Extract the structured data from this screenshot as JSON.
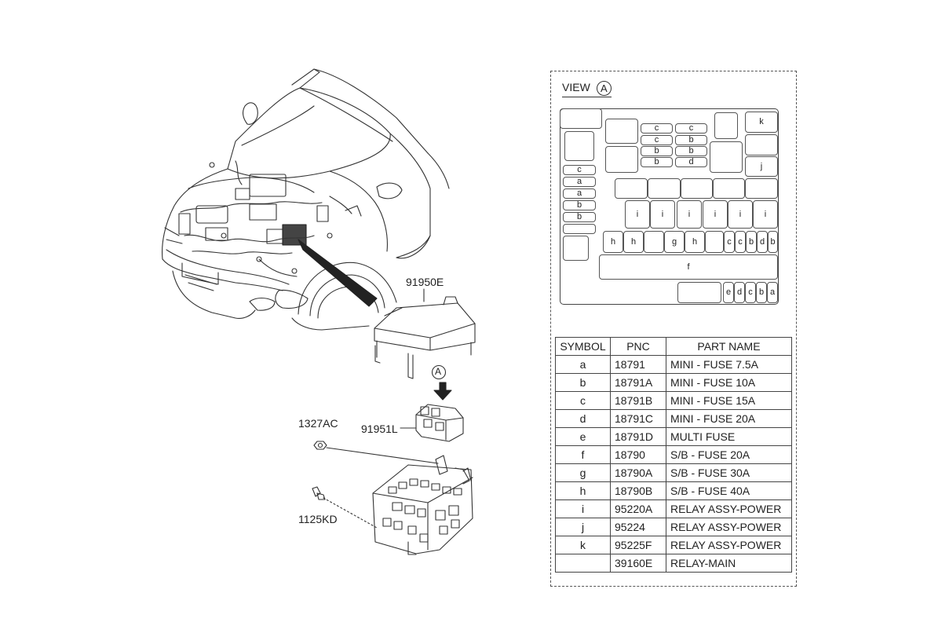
{
  "callouts": {
    "cover": "91950E",
    "view_marker": "A",
    "relay_block": "91951L",
    "nut": "1327AC",
    "bolt": "1125KD"
  },
  "view": {
    "title": "VIEW",
    "marker": "A"
  },
  "fuse_box": {
    "left_column": [
      "c",
      "a",
      "a",
      "b",
      "b"
    ],
    "upper_grid": [
      [
        "c",
        "c"
      ],
      [
        "c",
        "b"
      ],
      [
        "b",
        "b"
      ],
      [
        "b",
        "d"
      ]
    ],
    "right_relays": [
      "k",
      "j"
    ],
    "relay_row": [
      "i",
      "i",
      "i",
      "i",
      "i",
      "i"
    ],
    "fuse_row": [
      "h",
      "h",
      "",
      "g",
      "h",
      "",
      "c",
      "c",
      "b",
      "d",
      "b"
    ],
    "main_fuse": "f",
    "bottom_row": [
      "e",
      "d",
      "c",
      "b",
      "a"
    ]
  },
  "parts_table": {
    "headers": [
      "SYMBOL",
      "PNC",
      "PART NAME"
    ],
    "rows": [
      {
        "symbol": "a",
        "pnc": "18791",
        "name": "MINI - FUSE 7.5A"
      },
      {
        "symbol": "b",
        "pnc": "18791A",
        "name": "MINI - FUSE 10A"
      },
      {
        "symbol": "c",
        "pnc": "18791B",
        "name": "MINI - FUSE 15A"
      },
      {
        "symbol": "d",
        "pnc": "18791C",
        "name": "MINI - FUSE 20A"
      },
      {
        "symbol": "e",
        "pnc": "18791D",
        "name": "MULTI FUSE"
      },
      {
        "symbol": "f",
        "pnc": "18790",
        "name": "S/B - FUSE 20A"
      },
      {
        "symbol": "g",
        "pnc": "18790A",
        "name": "S/B - FUSE 30A"
      },
      {
        "symbol": "h",
        "pnc": "18790B",
        "name": "S/B - FUSE 40A"
      },
      {
        "symbol": "i",
        "pnc": "95220A",
        "name": "RELAY ASSY-POWER"
      },
      {
        "symbol": "j",
        "pnc": "95224",
        "name": "RELAY ASSY-POWER"
      },
      {
        "symbol": "k",
        "pnc": "95225F",
        "name": "RELAY ASSY-POWER"
      },
      {
        "symbol": "",
        "pnc": "39160E",
        "name": "RELAY-MAIN"
      }
    ]
  }
}
